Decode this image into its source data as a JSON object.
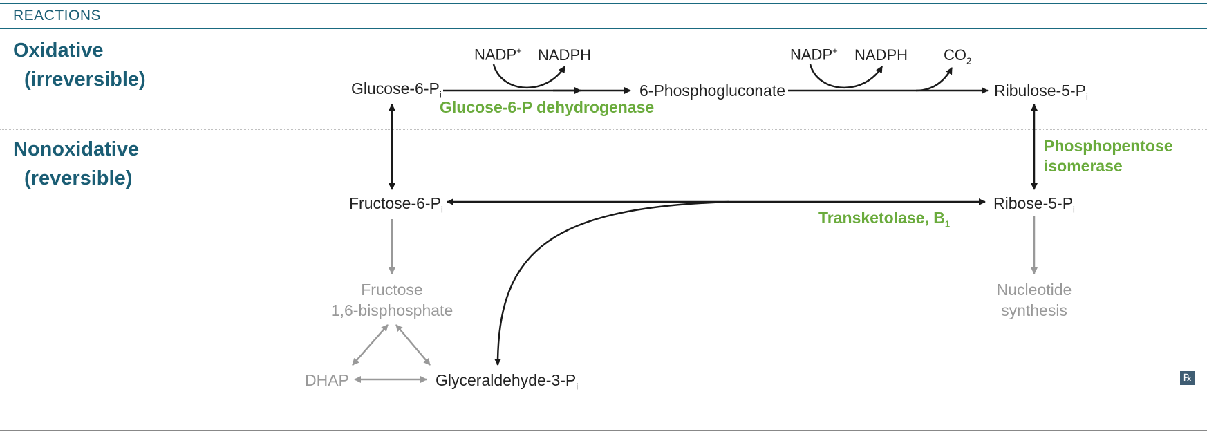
{
  "header": {
    "title": "REACTIONS"
  },
  "sections": {
    "oxidative": {
      "line1": "Oxidative",
      "line2": "(irreversible)"
    },
    "nonoxidative": {
      "line1": "Nonoxidative",
      "line2": "(reversible)"
    }
  },
  "nodes": {
    "glucose6p": {
      "text": "Glucose-6-P",
      "sub": "i"
    },
    "phosphogluconate": {
      "text": "6-Phosphogluconate"
    },
    "ribulose5p": {
      "text": "Ribulose-5-P",
      "sub": "i"
    },
    "fructose6p": {
      "text": "Fructose-6-P",
      "sub": "i"
    },
    "ribose5p": {
      "text": "Ribose-5-P",
      "sub": "i"
    },
    "fructose16bp": {
      "line1": "Fructose",
      "line2": "1,6-bisphosphate"
    },
    "nucleotide": {
      "line1": "Nucleotide",
      "line2": "synthesis"
    },
    "dhap": {
      "text": "DHAP"
    },
    "g3p": {
      "text": "Glyceraldehyde-3-P",
      "sub": "i"
    }
  },
  "cofactors": {
    "nadp1": {
      "text": "NADP",
      "sup": "+"
    },
    "nadph1": {
      "text": "NADPH"
    },
    "nadp2": {
      "text": "NADP",
      "sup": "+"
    },
    "nadph2": {
      "text": "NADPH"
    },
    "co2": {
      "text": "CO",
      "sub": "2"
    }
  },
  "enzymes": {
    "g6pd": {
      "text": "Glucose-6-P dehydrogenase"
    },
    "isomerase": {
      "line1": "Phosphopentose",
      "line2": "isomerase"
    },
    "transketolase": {
      "text": "Transketolase, B",
      "sub": "1"
    }
  },
  "badge": {
    "text": "℞"
  },
  "colors": {
    "section": "#1a5d74",
    "enzyme": "#6aab3c",
    "node": "#222222",
    "grey_node": "#999999",
    "arrow_dark": "#1a1a1a",
    "arrow_grey": "#999999"
  }
}
